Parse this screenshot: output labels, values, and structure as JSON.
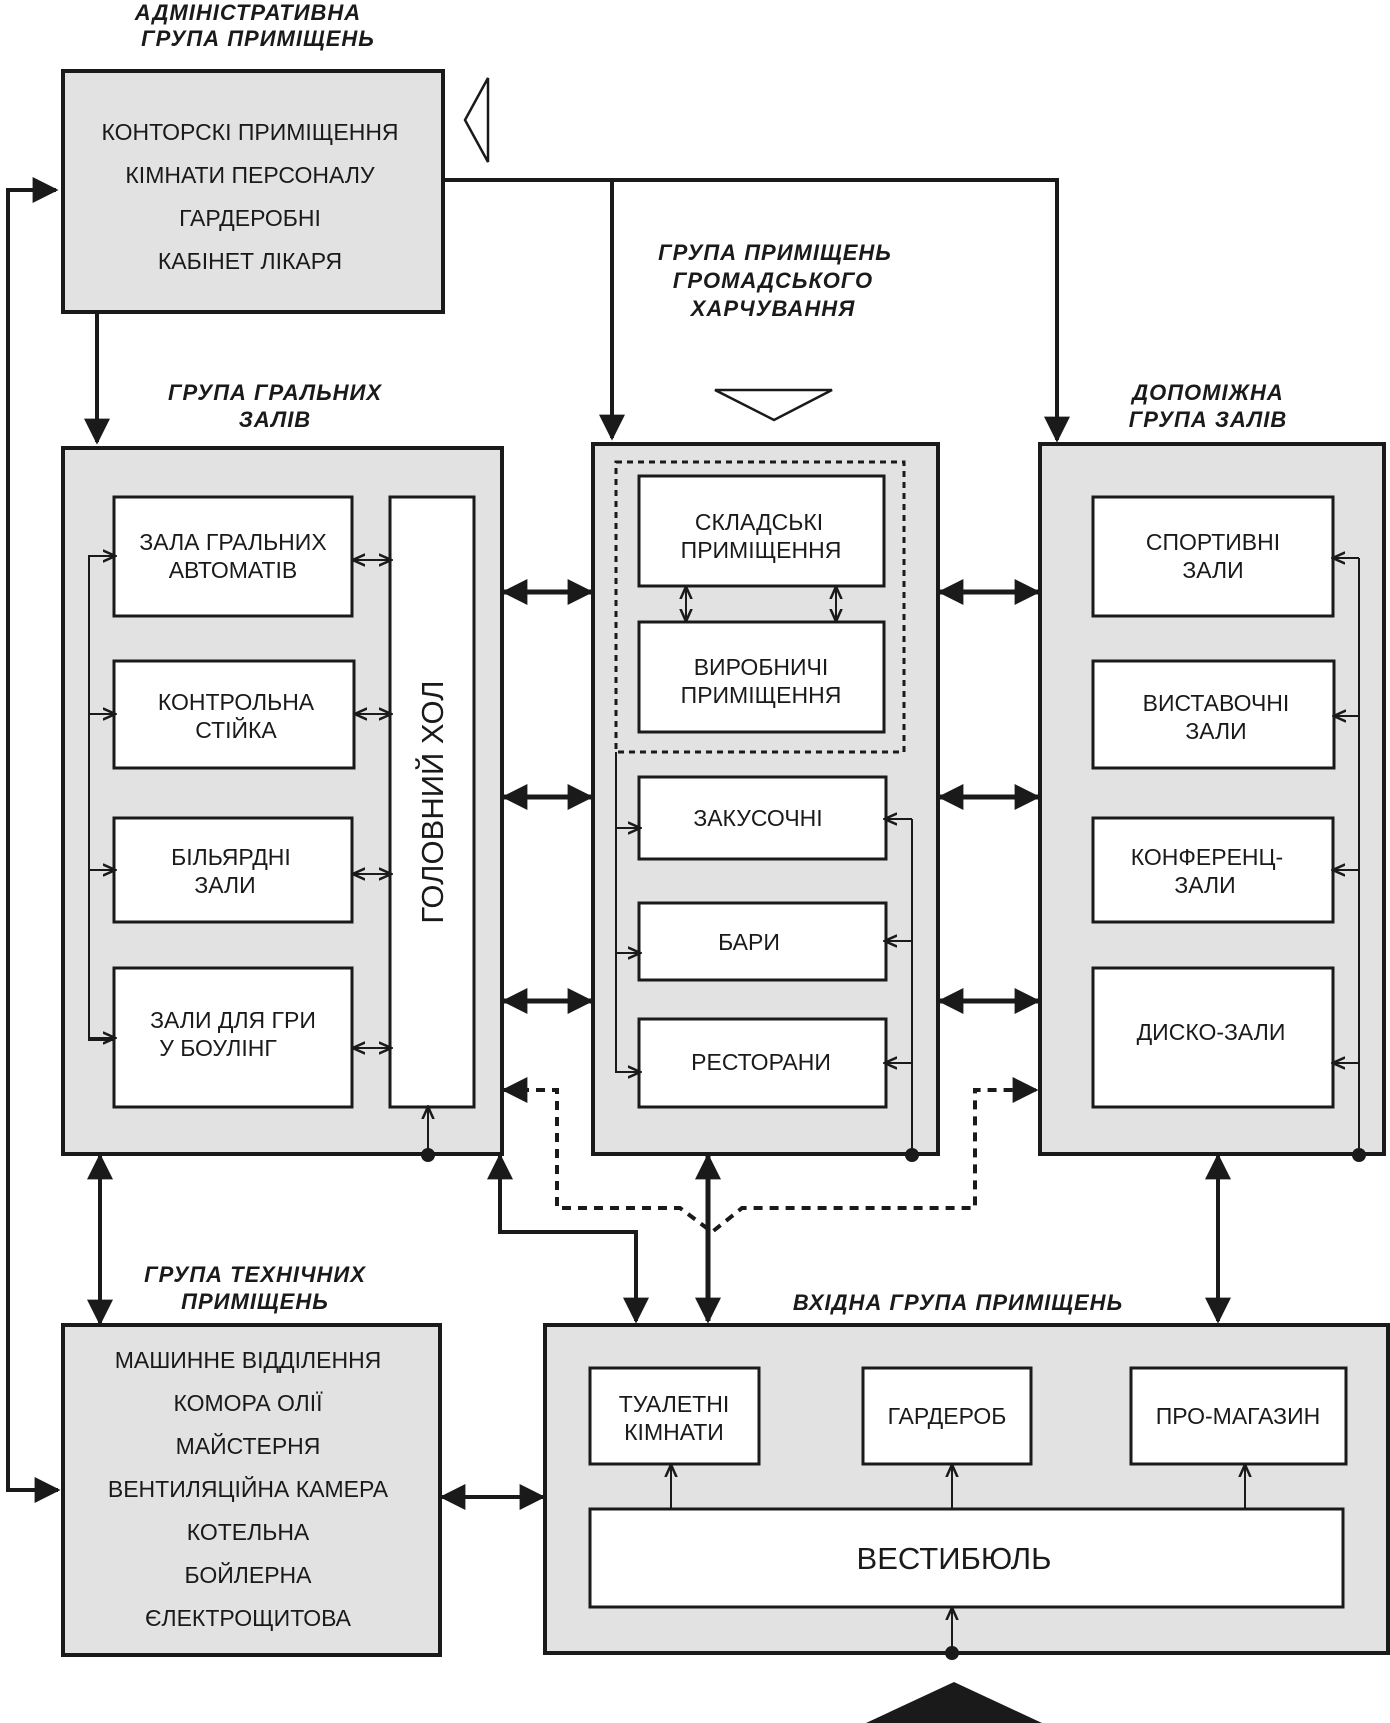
{
  "headings": {
    "admin": [
      "АДМІНІСТРАТИВНА",
      "ГРУПА  ПРИМІЩЕНЬ"
    ],
    "catering": [
      "ГРУПА  ПРИМІЩЕНЬ",
      "ГРОМАДСЬКОГО",
      "ХАРЧУВАННЯ"
    ],
    "game": [
      "ГРУПА   ГРАЛЬНИХ",
      "ЗАЛІВ"
    ],
    "aux": [
      "ДОПОМІЖНА",
      "ГРУПА  ЗАЛІВ"
    ],
    "tech": [
      "ГРУПА  ТЕХНІЧНИХ",
      "ПРИМІЩЕНЬ"
    ],
    "entry": [
      "ВХІДНА  ГРУПА  ПРИМІЩЕНЬ"
    ]
  },
  "admin": {
    "items": [
      "КОНТОРСКІ  ПРИМІЩЕННЯ",
      "КІМНАТИ  ПЕРСОНАЛУ",
      "ГАРДЕРОБНІ",
      "КАБІНЕТ ЛІКАРЯ"
    ]
  },
  "game": {
    "rooms": [
      [
        "ЗАЛА  ГРАЛЬНИХ",
        "АВТОМАТІВ"
      ],
      [
        "КОНТРОЛЬНА",
        "СТІЙКА"
      ],
      [
        "БІЛЬЯРДНІ",
        "ЗАЛИ"
      ],
      [
        "ЗАЛИ  ДЛЯ  ГРИ",
        "У  БОУЛІНГ"
      ]
    ],
    "hall": "ГОЛОВНИЙ ХОЛ"
  },
  "catering": {
    "rooms": [
      [
        "СКЛАДСЬКІ",
        "ПРИМІЩЕННЯ"
      ],
      [
        "ВИРОБНИЧІ",
        "ПРИМІЩЕННЯ"
      ],
      [
        "ЗАКУСОЧНІ"
      ],
      [
        "БАРИ"
      ],
      [
        "РЕСТОРАНИ"
      ]
    ]
  },
  "aux": {
    "rooms": [
      [
        "СПОРТИВНІ",
        "ЗАЛИ"
      ],
      [
        "ВИСТАВОЧНІ",
        "ЗАЛИ"
      ],
      [
        "КОНФЕРЕНЦ-",
        "ЗАЛИ"
      ],
      [
        "ДИСКО-ЗАЛИ"
      ]
    ]
  },
  "tech": {
    "items": [
      "МАШИННЕ  ВІДДІЛЕННЯ",
      "КОМОРА ОЛІЇ",
      "МАЙСТЕРНЯ",
      "ВЕНТИЛЯЦІЙНА  КАМЕРА",
      "КОТЕЛЬНА",
      "БОЙЛЕРНА",
      "ЄЛЕКТРОЩИТОВА"
    ]
  },
  "entry": {
    "rooms": [
      [
        "ТУАЛЕТНІ",
        "КІМНАТИ"
      ],
      [
        "ГАРДЕРОБ"
      ],
      [
        "ПРО-МАГАЗИН"
      ]
    ],
    "lobby": "ВЕСТИБЮЛЬ"
  }
}
